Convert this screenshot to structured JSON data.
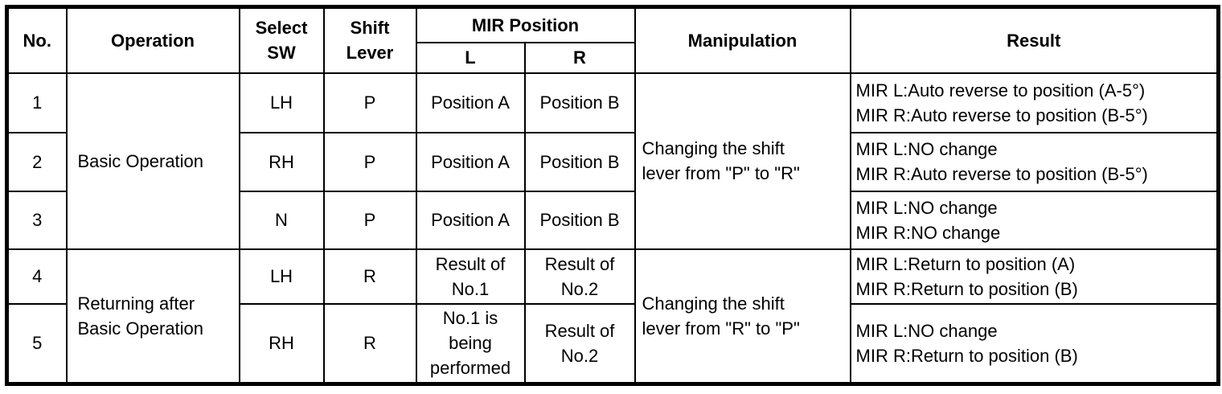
{
  "colors": {
    "border": "#000000",
    "background": "#ffffff",
    "text": "#000000"
  },
  "table": {
    "headers": {
      "no": "No.",
      "operation": "Operation",
      "select_sw": "Select\nSW",
      "shift_lever": "Shift\nLever",
      "mir_position": "MIR Position",
      "mir_l": "L",
      "mir_r": "R",
      "manipulation": "Manipulation",
      "result": "Result"
    },
    "groups": [
      {
        "operation": "Basic Operation",
        "manipulation": "Changing the shift\nlever from \"P\" to \"R\"",
        "rows": [
          {
            "no": "1",
            "select_sw": "LH",
            "shift_lever": "P",
            "mir_l": "Position A",
            "mir_r": "Position B",
            "result": "MIR L:Auto reverse to position (A-5°)\nMIR R:Auto reverse to position (B-5°)"
          },
          {
            "no": "2",
            "select_sw": "RH",
            "shift_lever": "P",
            "mir_l": "Position A",
            "mir_r": "Position B",
            "result": "MIR L:NO change\nMIR R:Auto reverse to position (B-5°)"
          },
          {
            "no": "3",
            "select_sw": "N",
            "shift_lever": "P",
            "mir_l": "Position A",
            "mir_r": "Position B",
            "result": "MIR L:NO change\nMIR R:NO change"
          }
        ]
      },
      {
        "operation": "Returning after\nBasic Operation",
        "manipulation": "Changing the shift\nlever from \"R\" to \"P\"",
        "rows": [
          {
            "no": "4",
            "select_sw": "LH",
            "shift_lever": "R",
            "mir_l": "Result of\nNo.1",
            "mir_r": "Result of\nNo.2",
            "result": "MIR L:Return to position (A)\nMIR R:Return to position (B)"
          },
          {
            "no": "5",
            "select_sw": "RH",
            "shift_lever": "R",
            "mir_l": "No.1 is\nbeing\nperformed",
            "mir_r": "Result of\nNo.2",
            "result": "MIR L:NO change\nMIR R:Return to position (B)"
          }
        ]
      }
    ]
  }
}
